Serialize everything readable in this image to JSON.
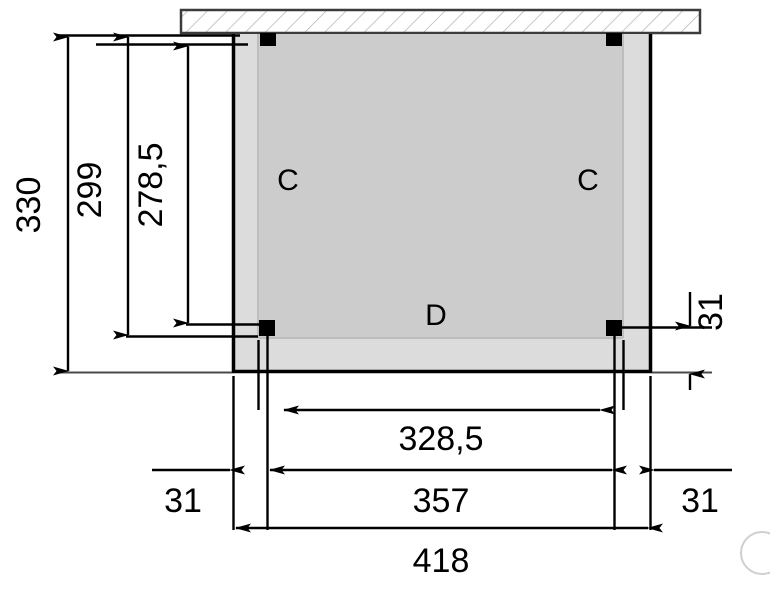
{
  "drawing": {
    "title": "Carport floor plan dimension drawing",
    "units": "cm",
    "colors": {
      "line": "#000000",
      "thin_line": "#4a4a4a",
      "slab_fill": "#cccccc",
      "frame_fill": "#dcdcdc",
      "wall_fill": "#ffffff",
      "wall_stroke": "#3c3c3c",
      "hatch": "#b5b5b5",
      "post_fill": "#000000"
    },
    "vertical_dimensions": [
      {
        "name": "overall-depth",
        "value": "330"
      },
      {
        "name": "frame-depth",
        "value": "299"
      },
      {
        "name": "post-spacing-depth",
        "value": "278,5"
      }
    ],
    "right_dimension": {
      "name": "rear-overhang",
      "value": "31"
    },
    "horizontal_dimensions": {
      "post-spacing-width": "328,5",
      "left-overhang": "31",
      "frame-width": "357",
      "right-overhang": "31",
      "overall-width": "418"
    },
    "part_labels": [
      {
        "name": "post-label-left",
        "value": "C"
      },
      {
        "name": "post-label-right",
        "value": "C"
      },
      {
        "name": "beam-label",
        "value": "D"
      }
    ]
  }
}
